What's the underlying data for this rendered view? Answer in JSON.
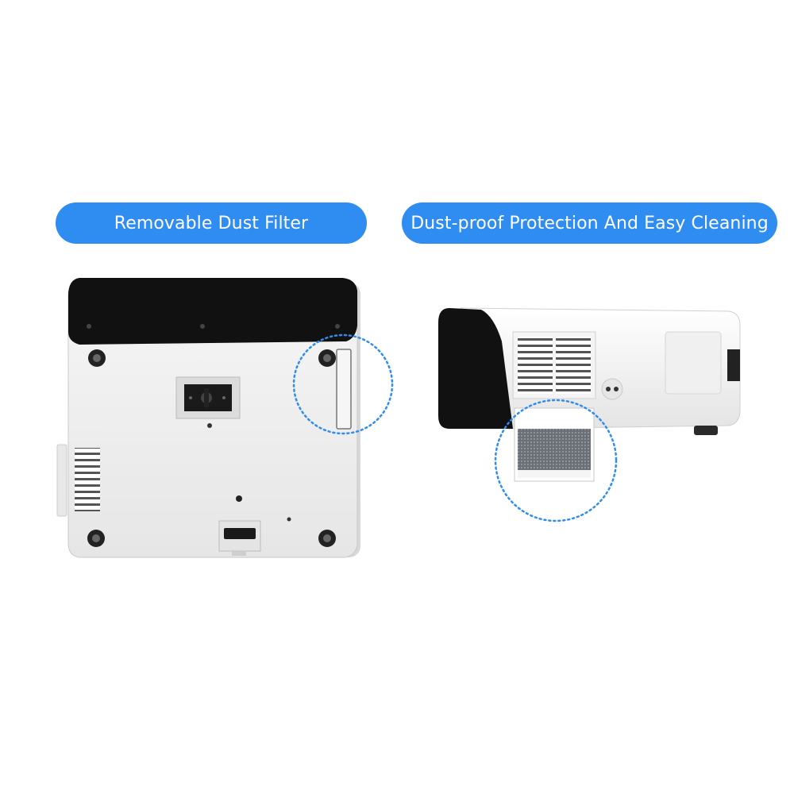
{
  "labels": {
    "left": "Removable Dust Filter",
    "right": "Dust-proof Protection And Easy Cleaning"
  },
  "colors": {
    "accent": "#2f8cf0",
    "device_body": "#f2f2f2",
    "device_top": "#111111",
    "callout": "#2f8cf0"
  },
  "illustrations": {
    "left": "projector-bottom-view",
    "right": "projector-side-view-with-filter"
  }
}
